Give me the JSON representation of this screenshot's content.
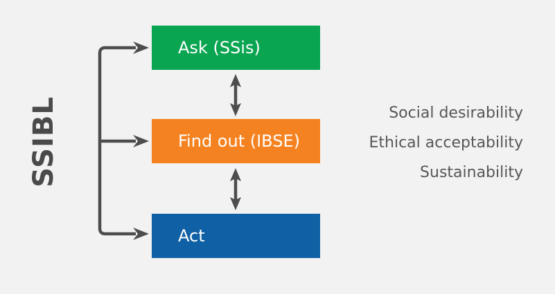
{
  "diagram": {
    "title": "SSIBL",
    "boxes": [
      {
        "id": "ask",
        "label": "Ask (SSis)",
        "color": "#0aa551"
      },
      {
        "id": "find",
        "label": "Find out (IBSE)",
        "color": "#f58220"
      },
      {
        "id": "act",
        "label": "Act",
        "color": "#1060a5"
      }
    ],
    "criteria": [
      "Social desirability",
      "Ethical acceptability",
      "Sustainability"
    ],
    "colors": {
      "background": "#f2f2f2",
      "connector": "#4d4d4d",
      "title_text": "#4a4a4a",
      "criteria_text": "#575757",
      "box_text": "#ffffff"
    }
  }
}
